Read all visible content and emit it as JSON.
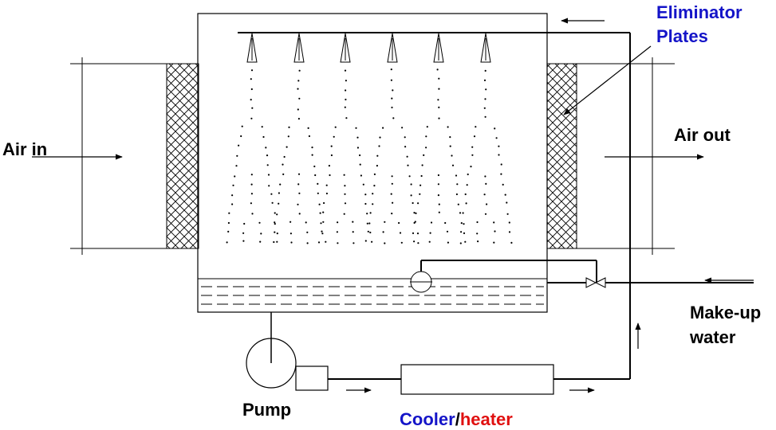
{
  "labels": {
    "eliminator_line1": "Eliminator",
    "eliminator_line2": "Plates",
    "air_in": "Air in",
    "air_out": "Air out",
    "makeup_line1": "Make-up",
    "makeup_line2": "water",
    "pump": "Pump",
    "cooler": "Cooler",
    "slash": "/",
    "heater": "heater"
  },
  "colors": {
    "label_blue": "#1414c8",
    "label_red": "#e01010",
    "line": "#000000"
  },
  "icons": [
    "spray-nozzle-icon",
    "float-valve-icon",
    "makeup-valve-icon",
    "pump-icon",
    "arrow-icon"
  ]
}
